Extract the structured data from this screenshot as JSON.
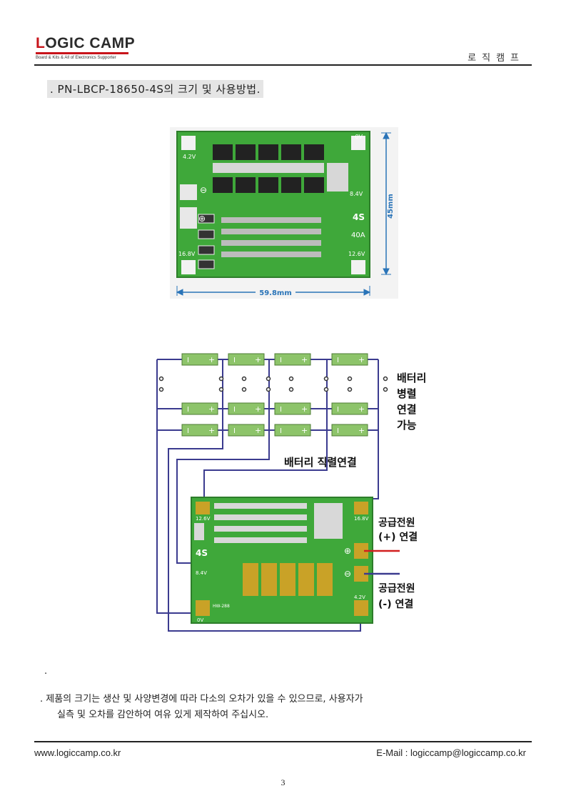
{
  "header": {
    "logo_first": "L",
    "logo_rest": "OGIC CAMP",
    "logo_tagline": "Board & Kits & All of Electronics Supporter",
    "right_text": "로직캠프"
  },
  "section_title": ". PN-LBCP-18650-4S의 크기 및 사용방법.",
  "figure1": {
    "width_label": "59.8mm",
    "height_label": "45mm",
    "board_labels": {
      "v0": "0V",
      "v42": "4.2V",
      "v84": "8.4V",
      "v126": "12.6V",
      "v168": "16.8V",
      "cells": "4S",
      "current": "40A",
      "plus": "⊕",
      "minus": "⊖"
    }
  },
  "figure2": {
    "cell_plus": "+",
    "cell_minus": "I",
    "label_parallel": [
      "배터리",
      "병렬",
      "연결",
      "가능"
    ],
    "label_series": "배터리 직렬연결",
    "label_supply_plus": [
      "공급전원",
      "(+) 연결"
    ],
    "label_supply_minus": [
      "공급전원",
      "(-) 연결"
    ],
    "board_labels": {
      "v0": "0V",
      "v42": "4.2V",
      "v84": "8.4V",
      "v126": "12.6V",
      "v168": "16.8V",
      "cells": "4S",
      "plus": "⊕",
      "minus": "⊖",
      "model": "HW-288"
    }
  },
  "dot_line": ".",
  "note": {
    "line1": ". 제품의 크기는 생산 및 사양변경에 따라 다소의 오차가 있을 수 있으므로, 사용자가",
    "line2": "실측 및 오차를 감안하여 여유 있게 제작하여 주십시오."
  },
  "footer": {
    "website": "www.logiccamp.co.kr",
    "email": "E-Mail : logiccamp@logiccamp.co.kr",
    "page": "3"
  },
  "colors": {
    "accent_red": "#c8141b",
    "pcb_green": "#3fa83a",
    "dimension_blue": "#2a74b8",
    "diagram_wire": "#3b3b8f",
    "cell_green": "#8dc46a"
  }
}
